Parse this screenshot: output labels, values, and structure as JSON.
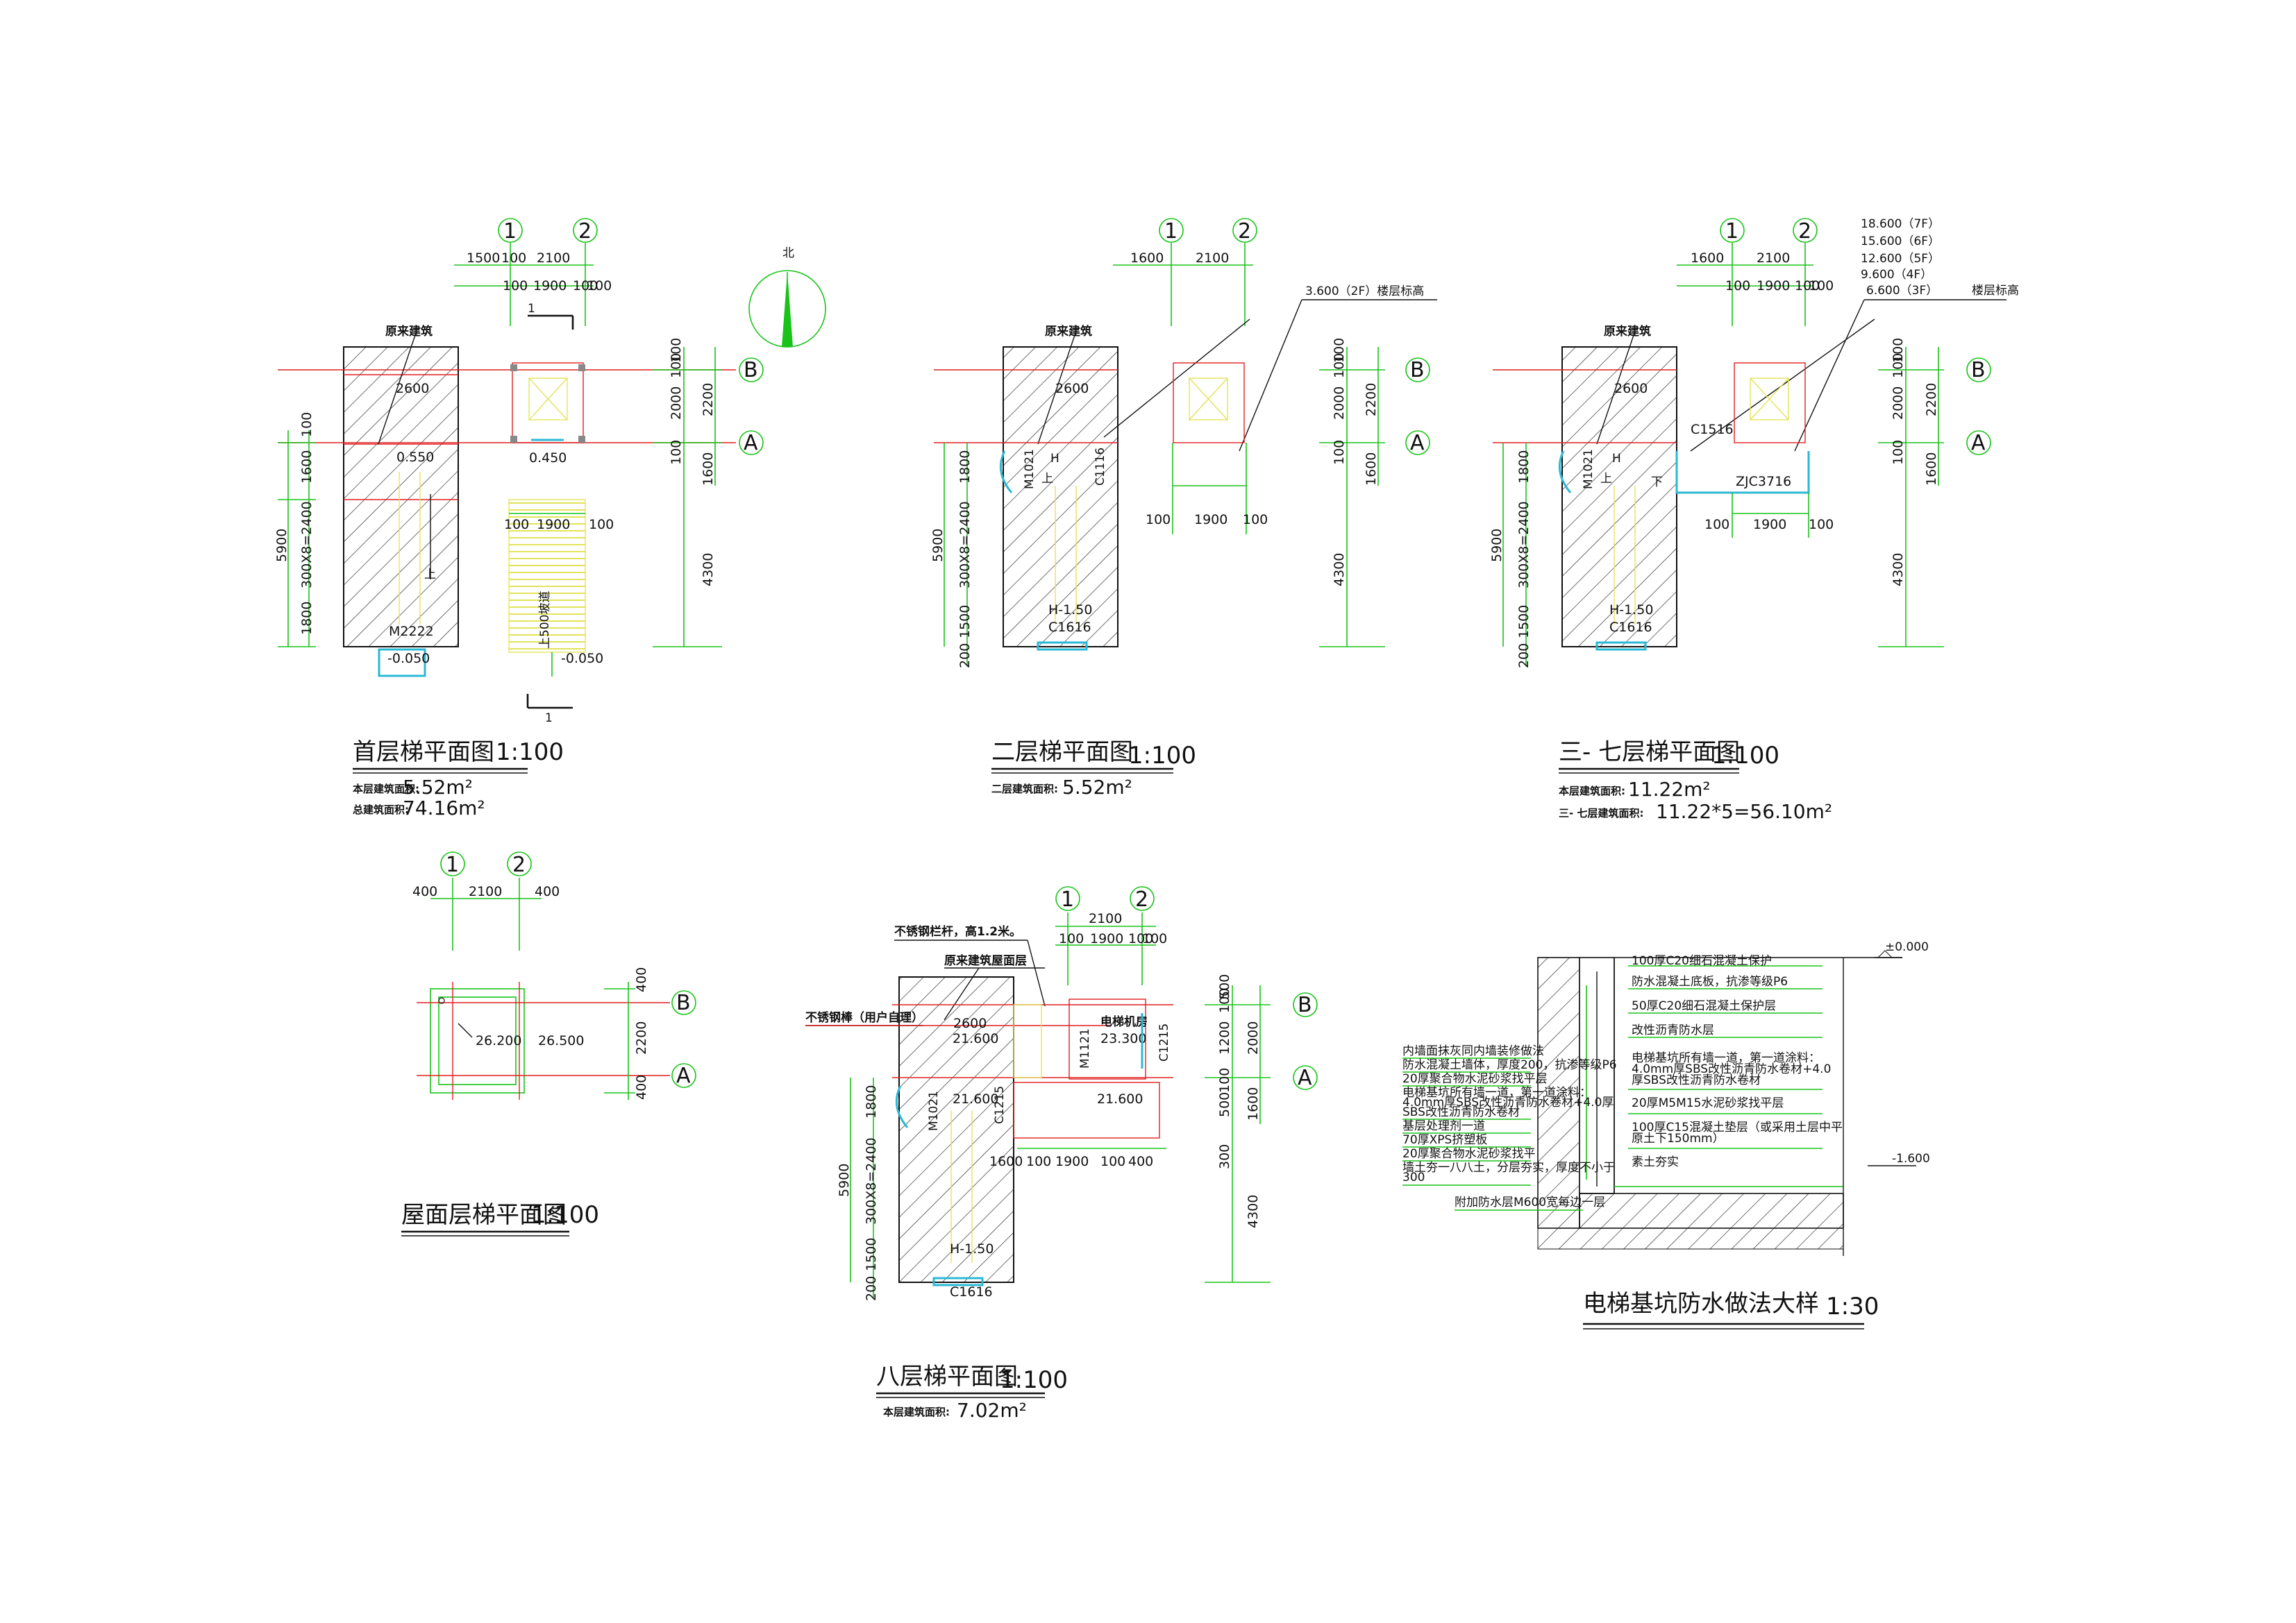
{
  "axes": {
    "one": "1",
    "two": "2",
    "a": "A",
    "b": "B"
  },
  "north": "北",
  "plans": {
    "ground": {
      "title": "首层梯平面图",
      "scale": "1:100",
      "area1_label": "本层建筑面积:",
      "area1_value": "5.52m²",
      "area2_label": "总建筑面积:",
      "area2_value": "74.16m²",
      "dims_top1": [
        "1500",
        "100",
        "2100"
      ],
      "dims_top2": [
        "100",
        "1900",
        "100",
        "100"
      ],
      "dims_left": [
        "100",
        "1600",
        "1800",
        "300X8=2400",
        "5900"
      ],
      "dims_right": [
        "100",
        "100",
        "2000",
        "2200",
        "100",
        "1600",
        "4300"
      ],
      "original": "原来建筑",
      "w2600": "2600",
      "lvl_0550": "0.550",
      "lvl_0450": "0.450",
      "up": "上",
      "door": "M2222",
      "lvl_neg1": "-0.050",
      "lvl_neg2": "-0.050",
      "ramp_w": "1900",
      "ramp_d1": "100",
      "ramp_d2": "100",
      "ramp_up": "上500坡道",
      "section_mark": "1"
    },
    "second": {
      "title": "二层梯平面图",
      "scale": "1:100",
      "area_label": "二层建筑面积:",
      "area_value": "5.52m²",
      "dims_top": [
        "1600",
        "2100"
      ],
      "level_note": "3.600（2F）楼层标高",
      "original": "原来建筑",
      "w2600": "2600",
      "door": "M1021",
      "win_side": "C1116",
      "h_mark": "H",
      "up": "上",
      "h150": "H-1.50",
      "win_bottom": "C1616",
      "dims_left": [
        "1800",
        "300X8=2400",
        "1500",
        "200",
        "5900"
      ],
      "dims_right": [
        "100",
        "100",
        "2000",
        "2200",
        "100",
        "1600",
        "4300"
      ],
      "dims_mid": [
        "100",
        "1900",
        "100"
      ]
    },
    "third": {
      "title": "三- 七层梯平面图",
      "scale": "1:100",
      "area1_label": "本层建筑面积:",
      "area1_value": "11.22m²",
      "area2_label": "三- 七层建筑面积:",
      "area2_value": "11.22*5=56.10m²",
      "levels": [
        "18.600（7F）",
        "15.600（6F）",
        "12.600（5F）",
        "9.600（4F）",
        "6.600（3F）"
      ],
      "level_note": "楼层标高",
      "dims_top1": [
        "1600",
        "2100"
      ],
      "dims_top2": [
        "100",
        "1900",
        "100",
        "100"
      ],
      "original": "原来建筑",
      "w2600": "2600",
      "win1": "C1516",
      "win2": "ZJC3716",
      "door": "M1021",
      "h_mark": "H",
      "down": "下",
      "up": "上",
      "h150": "H-1.50",
      "win_bottom": "C1616",
      "dims_left": [
        "1800",
        "300X8=2400",
        "1500",
        "200",
        "5900"
      ],
      "dims_right": [
        "100",
        "100",
        "2000",
        "2200",
        "100",
        "1600",
        "4300"
      ],
      "dims_mid": [
        "100",
        "1900",
        "100"
      ]
    },
    "roof": {
      "title": "屋面层梯平面图",
      "scale": "1:100",
      "dims_top": [
        "400",
        "2100",
        "400"
      ],
      "dims_right": [
        "400",
        "2200",
        "400"
      ],
      "lvl1": "26.200",
      "lvl2": "26.500"
    },
    "eighth": {
      "title": "八层梯平面图",
      "scale": "1:100",
      "area_label": "本层建筑面积:",
      "area_value": "7.02m²",
      "railing": "不锈钢栏杆，高1.2米。",
      "original_roof": "原来建筑屋面层",
      "railing2": "不锈钢棒（用户自理）",
      "machine": "电梯机房",
      "dims_top1": [
        "2100"
      ],
      "dims_top2": [
        "100",
        "1900",
        "100",
        "100"
      ],
      "w2600": "2600",
      "lvl_21600a": "21.600",
      "lvl_23300": "23.300",
      "lvl_21600b": "21.600",
      "lvl_21600c": "21.600",
      "door1": "M1021",
      "door2": "M1121",
      "win1": "C1215",
      "win2": "C1215",
      "bottom_dims": [
        "1600",
        "100",
        "1900",
        "100",
        "400"
      ],
      "dims_left": [
        "1800",
        "300X8=2400",
        "1500",
        "200",
        "5900"
      ],
      "dims_right": [
        "500",
        "100",
        "1200",
        "2000",
        "100",
        "500",
        "1600",
        "300",
        "4300"
      ],
      "h150": "H-1.50",
      "win_bottom": "C1616"
    },
    "pit": {
      "title": "电梯基坑防水做法大样",
      "scale": "1:30",
      "top_level": "±0.000",
      "bottom_level": "-1.600",
      "left_notes": [
        "内墙面抹灰同内墙装修做法",
        "防水混凝土墙体，厚度200，抗渗等级P6",
        "20厚聚合物水泥砂浆找平层",
        "电梯基坑所有墙一道，第一道涂料：",
        "4.0mm厚SBS改性沥青防水卷材+4.0厚",
        "SBS改性沥青防水卷材",
        "基层处理剂一道",
        "70厚XPS挤塑板",
        "20厚聚合物水泥砂浆找平",
        "墙土夯一八八土，分层夯实，厚度不小于",
        "300"
      ],
      "right_notes": [
        "100厚C20细石混凝土保护",
        "防水混凝土底板，抗渗等级P6",
        "50厚C20细石混凝土保护层",
        "改性沥青防水层",
        "电梯基坑所有墙一道，第一道涂料：",
        "4.0mm厚SBS改性沥青防水卷材+4.0",
        "厚SBS改性沥青防水卷材",
        "20厚M5M15水泥砂浆找平层",
        "100厚C15混凝土垫层（或采用土层中平",
        "原土下150mm）",
        "素土夯实"
      ],
      "bottom_note": "附加防水层M600宽每边一层"
    }
  }
}
